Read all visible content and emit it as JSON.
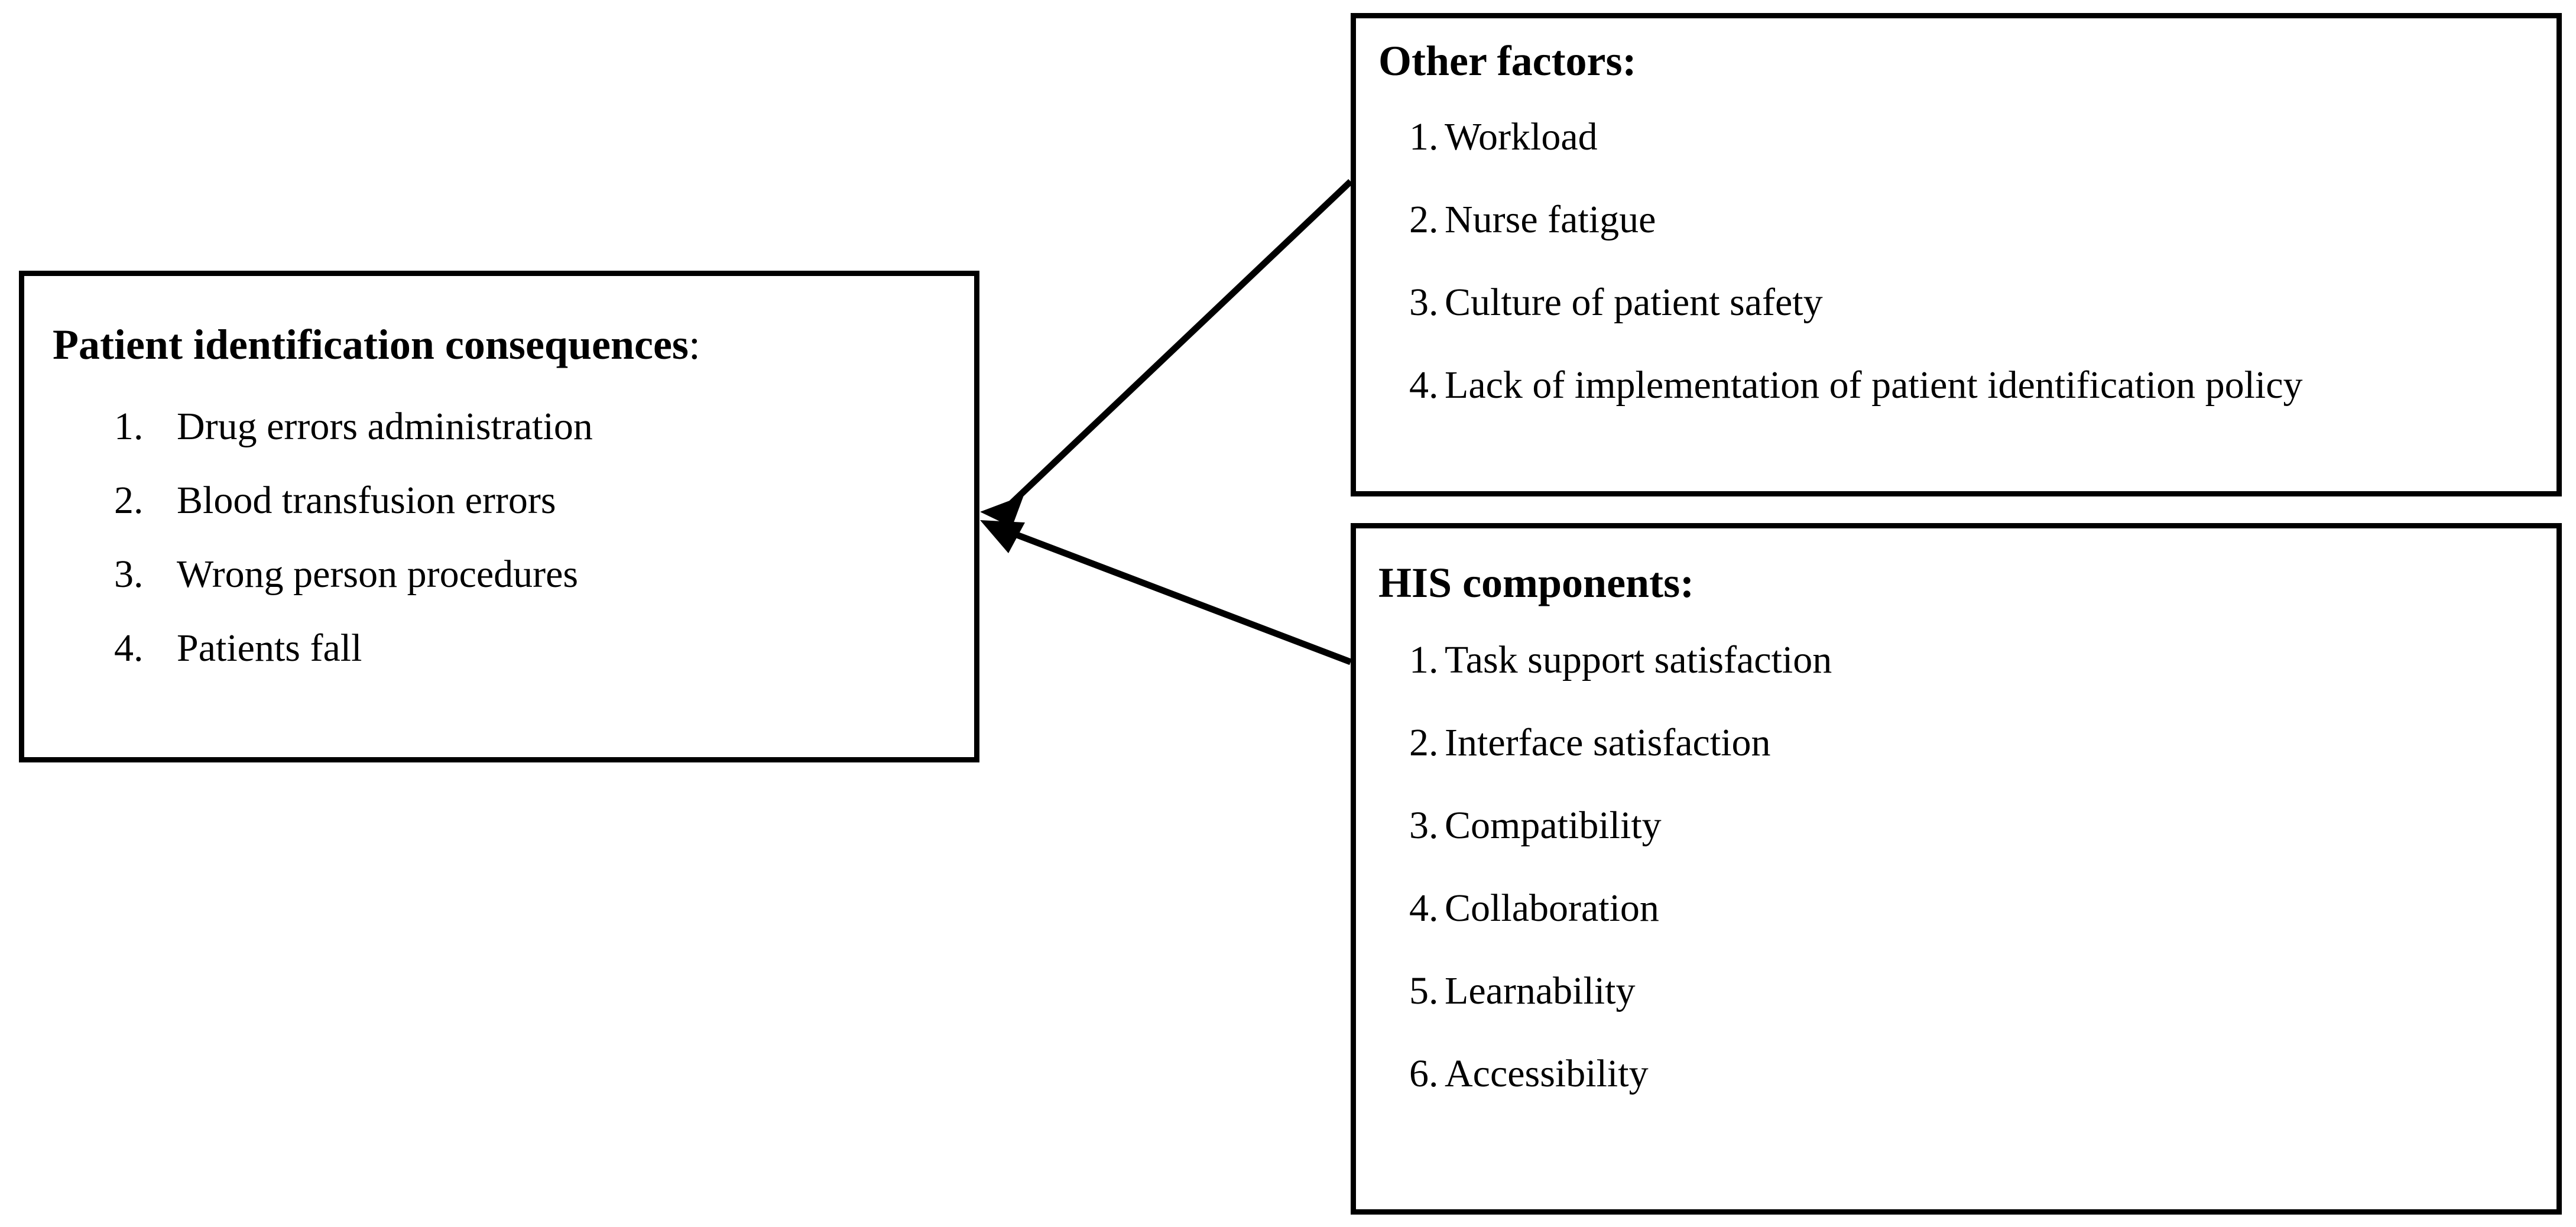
{
  "diagram": {
    "background_color": "#ffffff",
    "line_color": "#000000",
    "boxes": {
      "consequences": {
        "heading": "Patient identification consequences",
        "heading_colon": ":",
        "items": [
          {
            "num": "1.",
            "text": "Drug errors administration"
          },
          {
            "num": "2.",
            "text": "Blood transfusion errors"
          },
          {
            "num": "3.",
            "text": "Wrong person procedures"
          },
          {
            "num": "4.",
            "text": "Patients fall"
          }
        ]
      },
      "other_factors": {
        "heading": "Other factors:",
        "items": [
          {
            "num": "1.",
            "text": "Workload"
          },
          {
            "num": "2.",
            "text": "Nurse fatigue"
          },
          {
            "num": "3.",
            "text": "Culture of patient safety"
          },
          {
            "num": "4.",
            "text": "Lack of implementation of patient identification policy"
          }
        ]
      },
      "his_components": {
        "heading": "HIS components:",
        "items": [
          {
            "num": "1.",
            "text": "Task support satisfaction"
          },
          {
            "num": "2.",
            "text": "Interface satisfaction"
          },
          {
            "num": "3.",
            "text": "Compatibility"
          },
          {
            "num": "4.",
            "text": "Collaboration"
          },
          {
            "num": "5.",
            "text": "Learnability"
          },
          {
            "num": "6.",
            "text": "Accessibility"
          }
        ]
      }
    },
    "arrows": [
      {
        "name": "other-factors-to-consequences",
        "from": "other_factors",
        "to": "consequences"
      },
      {
        "name": "his-components-to-consequences",
        "from": "his_components",
        "to": "consequences"
      }
    ]
  }
}
